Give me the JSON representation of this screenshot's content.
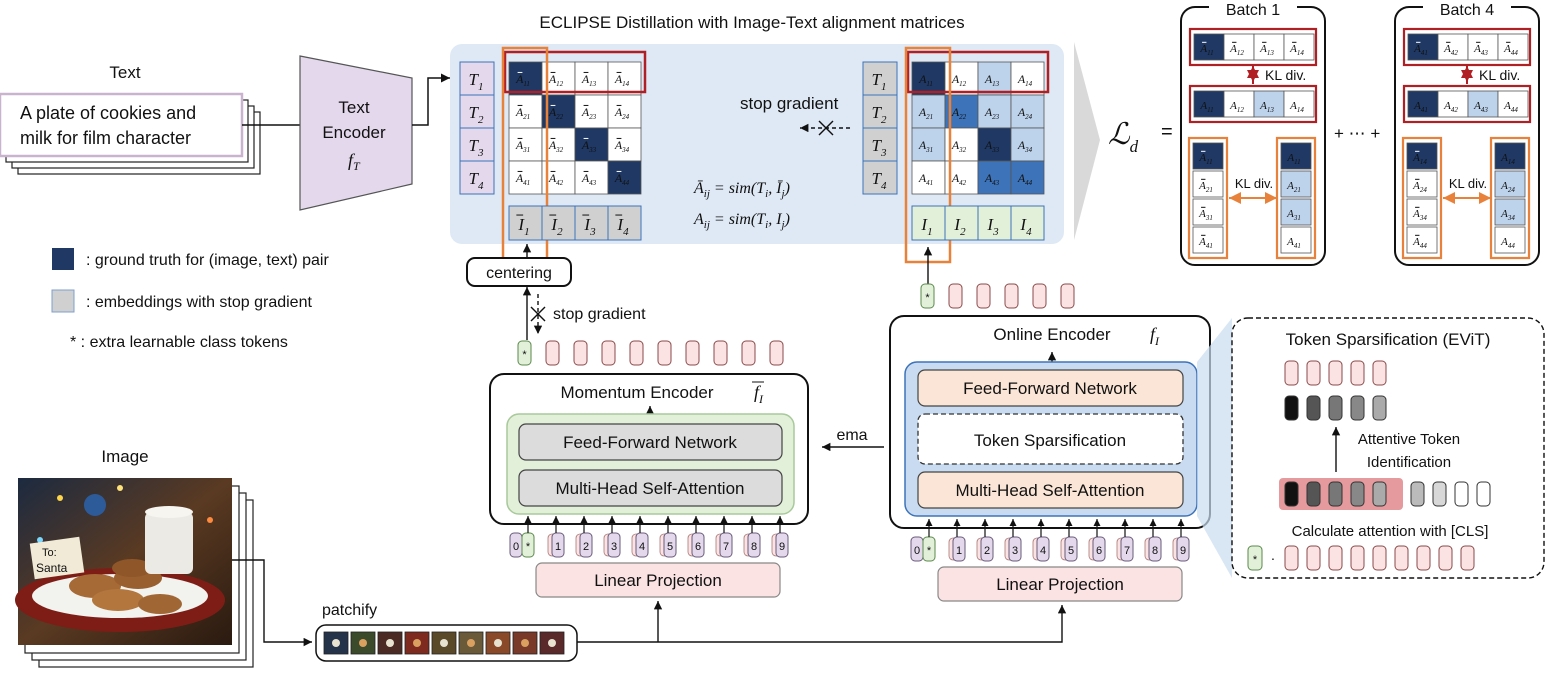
{
  "title": "ECLIPSE Distillation with Image-Text alignment matrices",
  "text_input": {
    "header": "Text",
    "line1": "A plate of cookies and",
    "line2": "milk for film character"
  },
  "text_encoder": {
    "line1": "Text",
    "line2": "Encoder",
    "symbol": "f",
    "sub": "T"
  },
  "left_matrix": {
    "rows": [
      "1",
      "2",
      "3",
      "4"
    ],
    "cells": [
      [
        "11",
        "12",
        "13",
        "14"
      ],
      [
        "21",
        "22",
        "23",
        "24"
      ],
      [
        "31",
        "32",
        "33",
        "34"
      ],
      [
        "41",
        "42",
        "43",
        "44"
      ]
    ],
    "cols": [
      "1",
      "2",
      "3",
      "4"
    ]
  },
  "right_matrix": {
    "rows": [
      "1",
      "2",
      "3",
      "4"
    ],
    "cells": [
      [
        "11",
        "12",
        "13",
        "14"
      ],
      [
        "21",
        "22",
        "23",
        "24"
      ],
      [
        "31",
        "32",
        "33",
        "34"
      ],
      [
        "41",
        "42",
        "43",
        "44"
      ]
    ],
    "cols": [
      "1",
      "2",
      "3",
      "4"
    ]
  },
  "equations": {
    "eq1": "= sim(T",
    "eq2": "= sim(T"
  },
  "labels": {
    "stop_gradient_top": "stop gradient",
    "stop_gradient_mid": "stop gradient",
    "centering": "centering",
    "ema": "ema",
    "patchify": "patchify",
    "image": "Image"
  },
  "legend": [
    {
      "text": ": ground truth for (image, text) pair",
      "color": "#1f3864"
    },
    {
      "text": ": embeddings with stop gradient",
      "color": "#d0d0d0"
    },
    {
      "text": "* : extra learnable class tokens",
      "color": ""
    }
  ],
  "momentum_encoder": {
    "title": "Momentum Encoder",
    "symbol": "f",
    "sub": "I",
    "ffn": "Feed-Forward Network",
    "mhsa": "Multi-Head Self-Attention",
    "proj": "Linear Projection",
    "tokens": [
      "0",
      "*",
      "1",
      "2",
      "3",
      "4",
      "5",
      "6",
      "7",
      "8",
      "9"
    ]
  },
  "online_encoder": {
    "title": "Online Encoder",
    "symbol": "f",
    "sub": "I",
    "ffn": "Feed-Forward Network",
    "sparse": "Token Sparsification",
    "mhsa": "Multi-Head Self-Attention",
    "proj": "Linear Projection",
    "tokens": [
      "0",
      "*",
      "1",
      "2",
      "3",
      "4",
      "5",
      "6",
      "7",
      "8",
      "9"
    ]
  },
  "evit": {
    "title": "Token Sparsification (EViT)",
    "attentive1": "Attentive Token",
    "attentive2": "Identification",
    "calc": "Calculate attention with [CLS]",
    "token_shades": [
      "#111111",
      "#555555",
      "#777777",
      "#888888",
      "#aaaaaa"
    ]
  },
  "loss": {
    "symbol": "ℒ",
    "sub": "d",
    "eq": "=",
    "plus": "+ ⋯ +",
    "batches": [
      {
        "name": "Batch 1",
        "row_idx": "1",
        "kl": "KL div."
      },
      {
        "name": "Batch 4",
        "row_idx": "4",
        "kl": "KL div."
      }
    ]
  },
  "colors": {
    "ground_truth": "#1f3864",
    "mid_blue": "#3d73b9",
    "light_blue": "#bdd3ec",
    "panel_bg": "#e3ecf7",
    "red": "#b01f24",
    "orange": "#e8823a",
    "lavender": "#e4d9ec",
    "green": "#e2f0d9",
    "pink": "#fbe3e3"
  }
}
